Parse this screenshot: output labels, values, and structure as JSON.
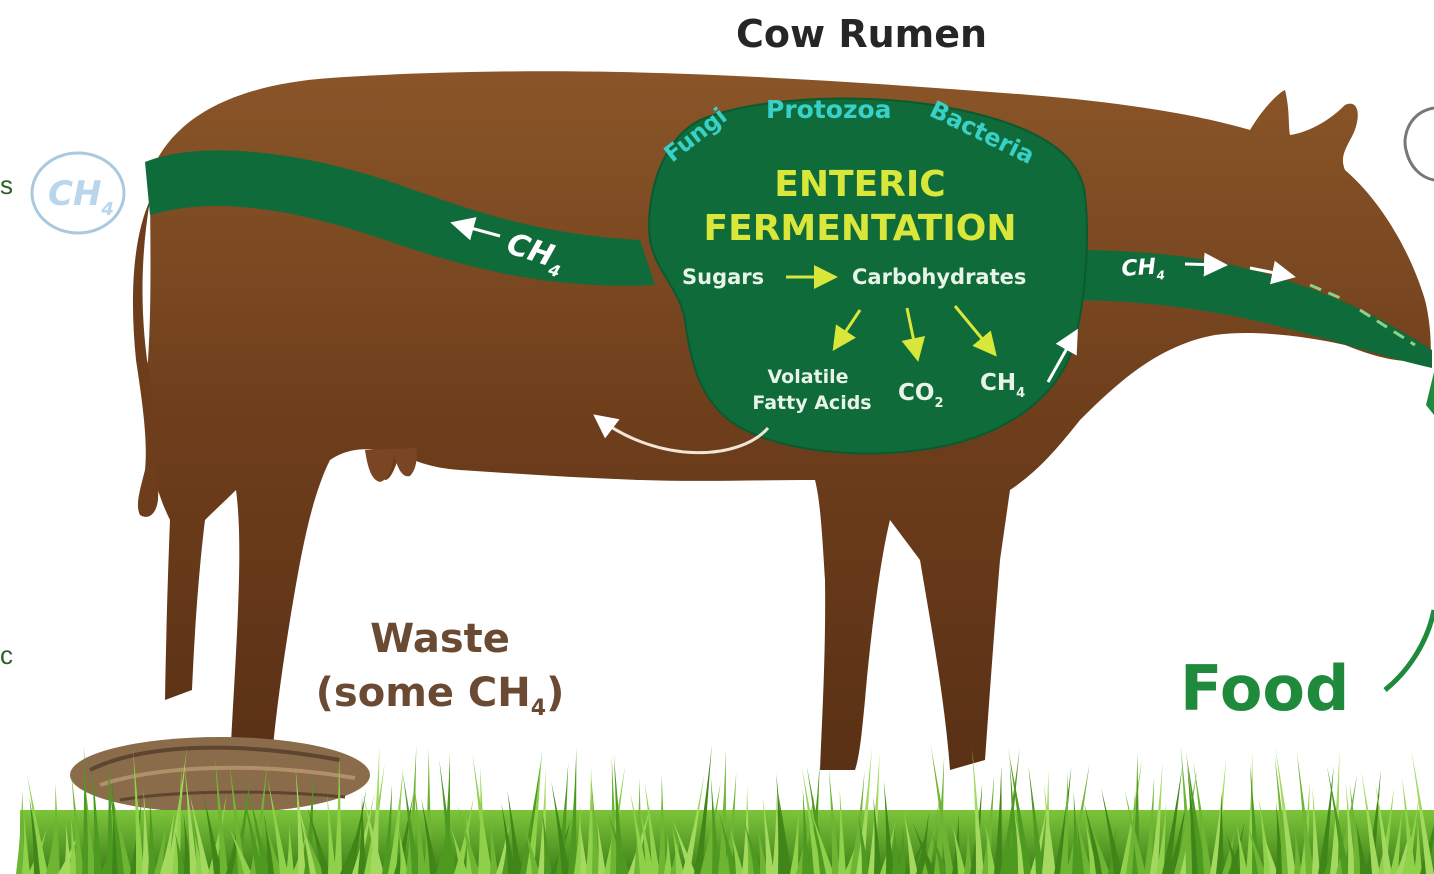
{
  "title": "Cow Rumen",
  "microbes": {
    "fungi": "Fungi",
    "protozoa": "Protozoa",
    "bacteria": "Bacteria"
  },
  "rumen": {
    "heading_line1": "ENTERIC",
    "heading_line2": "FERMENTATION",
    "sugars": "Sugars",
    "carbohydrates": "Carbohydrates",
    "vfa_line1": "Volatile",
    "vfa_line2": "Fatty Acids",
    "co2": "CO",
    "co2_sub": "2",
    "ch4": "CH",
    "ch4_sub": "4"
  },
  "gas_labels": {
    "tail_bubble": "CH",
    "tail_bubble_sub": "4",
    "tail_path": "CH",
    "tail_path_sub": "4",
    "mouth_path": "CH",
    "mouth_path_sub": "4"
  },
  "waste": {
    "line1": "Waste",
    "line2_prefix": "(some CH",
    "line2_sub": "4",
    "line2_suffix": ")"
  },
  "food": "Food",
  "edge_fragments": {
    "upper": "s",
    "lower": "c"
  },
  "colors": {
    "cow_body": "#6e3e1c",
    "rumen_green": "#0f6b3a",
    "heading_yellow": "#d9e63a",
    "microbe_cyan": "#38d0c8",
    "grass_green": "#4e9a21",
    "food_green": "#1f8a3c",
    "waste_brown": "#6b4a33"
  }
}
